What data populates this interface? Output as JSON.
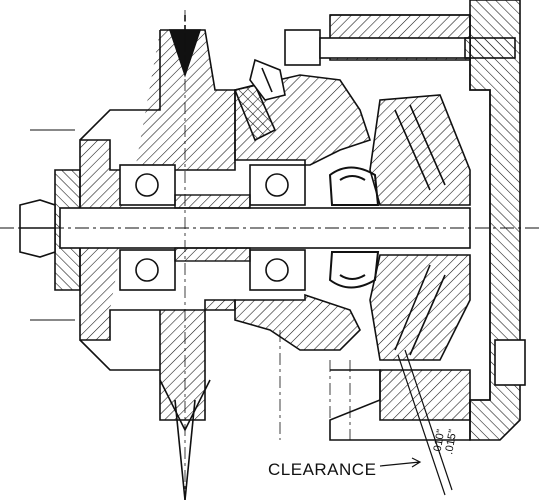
{
  "annotations": {
    "clearance_label": "CLEARANCE",
    "clearance_min": ".010\"",
    "clearance_max": ".015\""
  },
  "colors": {
    "line": "#111111",
    "paper": "#ffffff"
  }
}
